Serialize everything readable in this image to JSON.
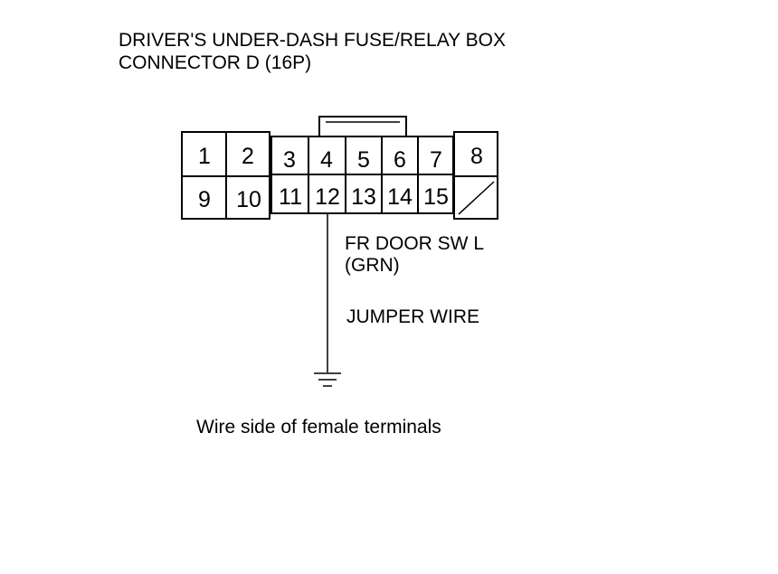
{
  "title": {
    "line1": "DRIVER'S UNDER-DASH FUSE/RELAY BOX",
    "line2": "CONNECTOR D (16P)"
  },
  "connector": {
    "pins_top": [
      "1",
      "2",
      "3",
      "4",
      "5",
      "6",
      "7",
      "8"
    ],
    "pins_bottom": [
      "9",
      "10",
      "11",
      "12",
      "13",
      "14",
      "15"
    ]
  },
  "wire_label": {
    "line1": "FR DOOR SW L",
    "line2": "(GRN)"
  },
  "jumper_label": "JUMPER WIRE",
  "caption": "Wire side of female terminals"
}
